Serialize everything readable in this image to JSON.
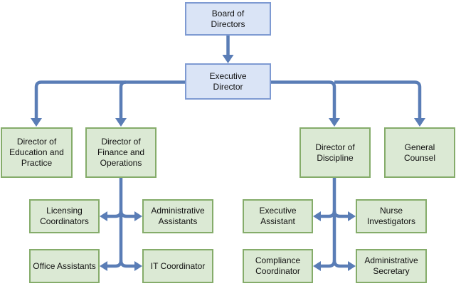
{
  "diagram": {
    "type": "org-chart"
  },
  "colors": {
    "background": "#ffffff",
    "node_blue_fill": "#dae4f6",
    "node_blue_border": "#7e9ad2",
    "node_green_fill": "#dbe9d4",
    "node_green_border": "#85ac6a",
    "connector": "#5a7db6",
    "text": "#111111"
  },
  "nodes": {
    "board": {
      "label": "Board of\nDirectors",
      "color": "blue"
    },
    "executive_director": {
      "label": "Executive\nDirector",
      "color": "blue"
    },
    "director_education_practice": {
      "label": "Director of\nEducation and\nPractice",
      "color": "green"
    },
    "director_finance_operations": {
      "label": "Director of\nFinance and\nOperations",
      "color": "green"
    },
    "director_discipline": {
      "label": "Director of\nDiscipline",
      "color": "green"
    },
    "general_counsel": {
      "label": "General\nCounsel",
      "color": "green"
    },
    "licensing_coordinators": {
      "label": "Licensing\nCoordinators",
      "color": "green"
    },
    "administrative_assistants": {
      "label": "Administrative\nAssistants",
      "color": "green"
    },
    "office_assistants": {
      "label": "Office Assistants",
      "color": "green"
    },
    "it_coordinator": {
      "label": "IT Coordinator",
      "color": "green"
    },
    "executive_assistant": {
      "label": "Executive\nAssistant",
      "color": "green"
    },
    "nurse_investigators": {
      "label": "Nurse\nInvestigators",
      "color": "green"
    },
    "compliance_coordinator": {
      "label": "Compliance\nCoordinator",
      "color": "green"
    },
    "administrative_secretary": {
      "label": "Administrative\nSecretary",
      "color": "green"
    }
  },
  "edges": [
    {
      "from": "board",
      "to": "executive_director"
    },
    {
      "from": "executive_director",
      "to": "director_education_practice"
    },
    {
      "from": "executive_director",
      "to": "director_finance_operations"
    },
    {
      "from": "executive_director",
      "to": "director_discipline"
    },
    {
      "from": "executive_director",
      "to": "general_counsel"
    },
    {
      "from": "director_finance_operations",
      "to": "licensing_coordinators"
    },
    {
      "from": "director_finance_operations",
      "to": "administrative_assistants"
    },
    {
      "from": "director_finance_operations",
      "to": "office_assistants"
    },
    {
      "from": "director_finance_operations",
      "to": "it_coordinator"
    },
    {
      "from": "director_discipline",
      "to": "executive_assistant"
    },
    {
      "from": "director_discipline",
      "to": "nurse_investigators"
    },
    {
      "from": "director_discipline",
      "to": "compliance_coordinator"
    },
    {
      "from": "director_discipline",
      "to": "administrative_secretary"
    }
  ]
}
